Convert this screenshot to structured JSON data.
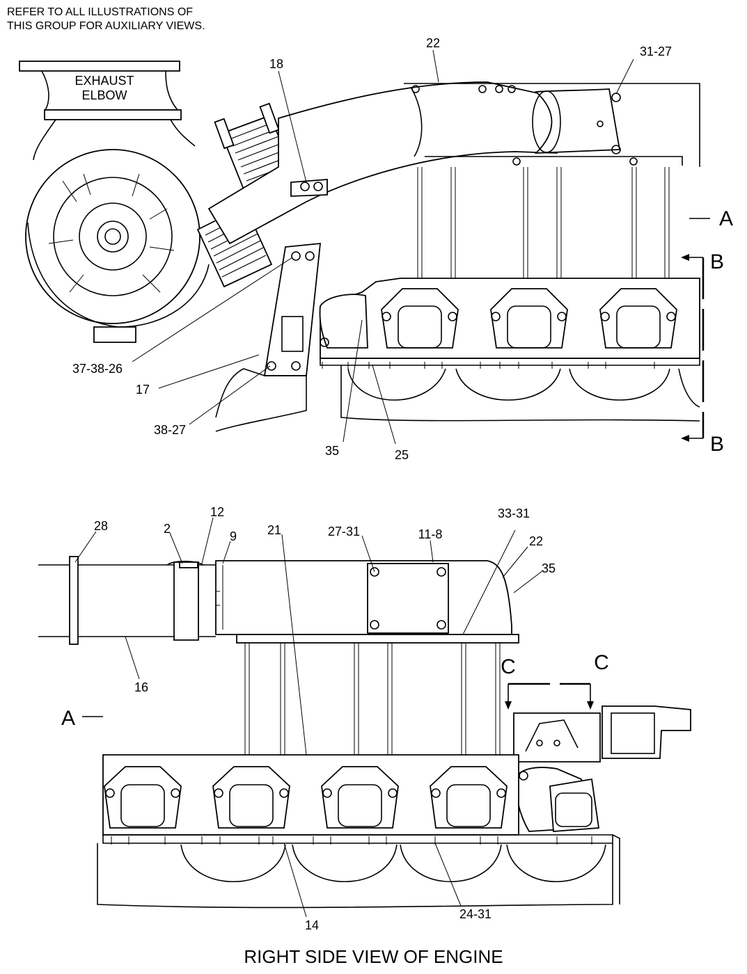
{
  "note": {
    "line1": "REFER TO ALL ILLUSTRATIONS OF",
    "line2": "THIS GROUP FOR AUXILIARY VIEWS."
  },
  "exhaust_elbow": {
    "line1": "EXHAUST",
    "line2": "ELBOW"
  },
  "top_callouts": {
    "c22": "22",
    "c31_27": "31-27",
    "c18": "18",
    "c37_38_26": "37-38-26",
    "c17": "17",
    "c38_27": "38-27",
    "c35": "35",
    "c25": "25"
  },
  "bottom_callouts": {
    "c28": "28",
    "c2": "2",
    "c12": "12",
    "c9": "9",
    "c21": "21",
    "c27_31": "27-31",
    "c11_8": "11-8",
    "c33_31": "33-31",
    "c22": "22",
    "c35": "35",
    "c16": "16",
    "c14": "14",
    "c24_31": "24-31"
  },
  "section_marks": {
    "a_top": "A",
    "a_bottom": "A",
    "b_top": "B",
    "b_bottom": "B",
    "c_left": "C",
    "c_right": "C"
  },
  "caption": "RIGHT SIDE VIEW OF ENGINE"
}
